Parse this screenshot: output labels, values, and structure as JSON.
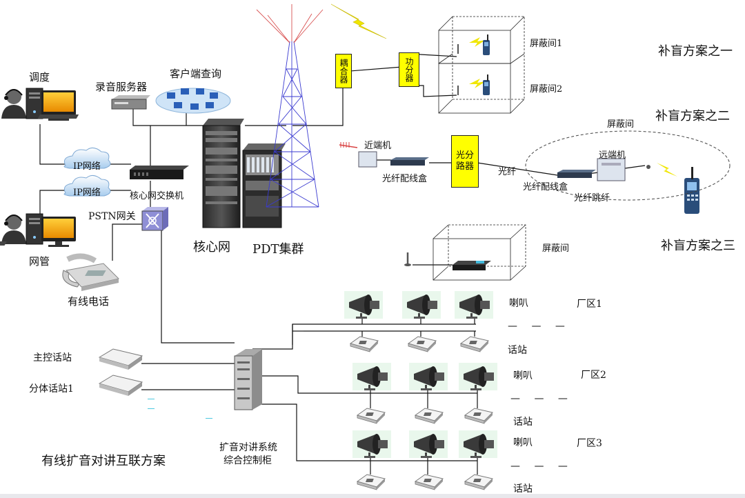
{
  "labels": {
    "dispatch": "调度",
    "recording_server": "录音服务器",
    "client_query": "客户端查询",
    "ip_network_1": "IP网络",
    "ip_network_2": "IP网络",
    "core_switch": "核心网交换机",
    "pstn_gateway": "PSTN网关",
    "network_mgmt": "网管",
    "wired_phone": "有线电话",
    "core_network": "核心网",
    "pdt_cluster": "PDT集群",
    "coupler": "耦合器",
    "power_splitter": "功分器",
    "shield_room_1": "屏蔽间1",
    "shield_room_2": "屏蔽间2",
    "scheme_1": "补盲方案之一",
    "scheme_2": "补盲方案之二",
    "scheme_3": "补盲方案之三",
    "shield_room_oval": "屏蔽间",
    "near_end": "近端机",
    "fiber_box_left": "光纤配线盒",
    "optical_splitter": "光分路器",
    "fiber": "光纤",
    "remote_end": "远端机",
    "fiber_box_right": "光纤配线盒",
    "fiber_jumper": "光纤跳纤",
    "shield_room_3": "屏蔽间",
    "speaker_1": "喇叭",
    "zone_1": "厂区1",
    "station_1": "话站",
    "speaker_2": "喇叭",
    "zone_2": "厂区2",
    "station_2": "话站",
    "speaker_3": "喇叭",
    "zone_3": "厂区3",
    "station_3": "话站",
    "master_station": "主控话站",
    "split_station": "分体话站1",
    "control_cabinet_1": "扩音对讲系统",
    "control_cabinet_2": "综合控制柜",
    "wired_scheme": "有线扩音对讲互联方案"
  },
  "colors": {
    "yellow_box": "#ffff00",
    "lines": "#111111",
    "tower": "#3a3ad0",
    "lightning": "#e8e000",
    "cloud": "#cfe4f7",
    "monitor_screen": "#f2a400"
  }
}
